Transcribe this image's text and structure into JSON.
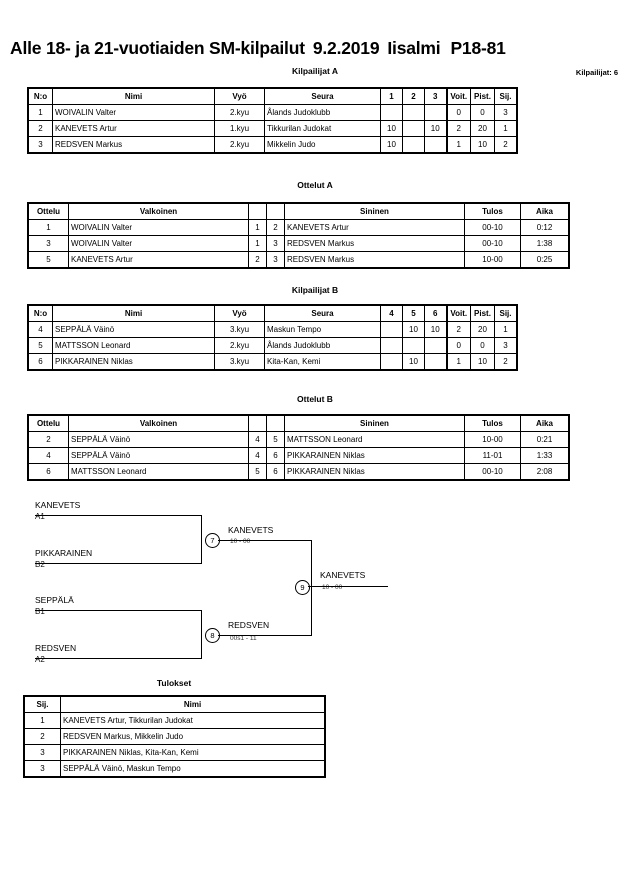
{
  "header": {
    "title_main": "Alle 18- ja 21-vuotiaiden SM-kilpailut",
    "title_date": "9.2.2019",
    "title_city": "Iisalmi",
    "title_class": "P18-81",
    "competitors_count": "Kilpailijat: 6"
  },
  "pool_a": {
    "caption": "Kilpailijat A",
    "headers": [
      "N:o",
      "Nimi",
      "Vyö",
      "Seura",
      "1",
      "2",
      "3",
      "Voit.",
      "Pist.",
      "Sij."
    ],
    "rows": [
      {
        "no": "1",
        "name": "WOIVALIN Valter",
        "belt": "2.kyu",
        "club": "Ålands Judoklubb",
        "m1": "",
        "m2": "",
        "m3": "",
        "wins": "0",
        "points": "0",
        "rank": "3"
      },
      {
        "no": "2",
        "name": "KANEVETS Artur",
        "belt": "1.kyu",
        "club": "Tikkurilan Judokat",
        "m1": "10",
        "m2": "",
        "m3": "10",
        "wins": "2",
        "points": "20",
        "rank": "1"
      },
      {
        "no": "3",
        "name": "REDSVEN Markus",
        "belt": "2.kyu",
        "club": "Mikkelin Judo",
        "m1": "10",
        "m2": "",
        "m3": "",
        "wins": "1",
        "points": "10",
        "rank": "2"
      }
    ]
  },
  "matches_a": {
    "caption": "Ottelut A",
    "headers": [
      "Ottelu",
      "Valkoinen",
      "",
      "",
      "Sininen",
      "Tulos",
      "Aika"
    ],
    "rows": [
      {
        "match": "1",
        "white": "WOIVALIN Valter",
        "wno": "1",
        "bno": "2",
        "blue": "KANEVETS Artur",
        "result": "00-10",
        "time": "0:12"
      },
      {
        "match": "3",
        "white": "WOIVALIN Valter",
        "wno": "1",
        "bno": "3",
        "blue": "REDSVEN Markus",
        "result": "00-10",
        "time": "1:38"
      },
      {
        "match": "5",
        "white": "KANEVETS Artur",
        "wno": "2",
        "bno": "3",
        "blue": "REDSVEN Markus",
        "result": "10-00",
        "time": "0:25"
      }
    ]
  },
  "pool_b": {
    "caption": "Kilpailijat B",
    "headers": [
      "N:o",
      "Nimi",
      "Vyö",
      "Seura",
      "4",
      "5",
      "6",
      "Voit.",
      "Pist.",
      "Sij."
    ],
    "rows": [
      {
        "no": "4",
        "name": "SEPPÄLÄ Väinö",
        "belt": "3.kyu",
        "club": "Maskun Tempo",
        "m1": "",
        "m2": "10",
        "m3": "10",
        "wins": "2",
        "points": "20",
        "rank": "1"
      },
      {
        "no": "5",
        "name": "MATTSSON Leonard",
        "belt": "2.kyu",
        "club": "Ålands Judoklubb",
        "m1": "",
        "m2": "",
        "m3": "",
        "wins": "0",
        "points": "0",
        "rank": "3"
      },
      {
        "no": "6",
        "name": "PIKKARAINEN Niklas",
        "belt": "3.kyu",
        "club": "Kita-Kan, Kemi",
        "m1": "",
        "m2": "10",
        "m3": "",
        "wins": "1",
        "points": "10",
        "rank": "2"
      }
    ]
  },
  "matches_b": {
    "caption": "Ottelut B",
    "headers": [
      "Ottelu",
      "Valkoinen",
      "",
      "",
      "Sininen",
      "Tulos",
      "Aika"
    ],
    "rows": [
      {
        "match": "2",
        "white": "SEPPÄLÄ Väinö",
        "wno": "4",
        "bno": "5",
        "blue": "MATTSSON Leonard",
        "result": "10-00",
        "time": "0:21"
      },
      {
        "match": "4",
        "white": "SEPPÄLÄ Väinö",
        "wno": "4",
        "bno": "6",
        "blue": "PIKKARAINEN Niklas",
        "result": "11-01",
        "time": "1:33"
      },
      {
        "match": "6",
        "white": "MATTSSON Leonard",
        "wno": "5",
        "bno": "6",
        "blue": "PIKKARAINEN Niklas",
        "result": "00-10",
        "time": "2:08"
      }
    ]
  },
  "bracket": {
    "entries": [
      {
        "name": "KANEVETS",
        "seed": "A1"
      },
      {
        "name": "PIKKARAINEN",
        "seed": "B2"
      },
      {
        "name": "SEPPÄLÄ",
        "seed": "B1"
      },
      {
        "name": "REDSVEN",
        "seed": "A2"
      }
    ],
    "semifinals": [
      {
        "number": "7",
        "winner": "KANEVETS",
        "score": "10 - 00"
      },
      {
        "number": "8",
        "winner": "REDSVEN",
        "score": "00s1 - 11"
      }
    ],
    "final": {
      "number": "9",
      "winner": "KANEVETS",
      "score": "10 - 00"
    }
  },
  "results": {
    "caption": "Tulokset",
    "headers": [
      "Sij.",
      "Nimi"
    ],
    "rows": [
      {
        "rank": "1",
        "name": "KANEVETS Artur, Tikkurilan Judokat"
      },
      {
        "rank": "2",
        "name": "REDSVEN Markus, Mikkelin Judo"
      },
      {
        "rank": "3",
        "name": "PIKKARAINEN Niklas, Kita-Kan, Kemi"
      },
      {
        "rank": "3",
        "name": "SEPPÄLÄ Väinö, Maskun Tempo"
      }
    ]
  }
}
